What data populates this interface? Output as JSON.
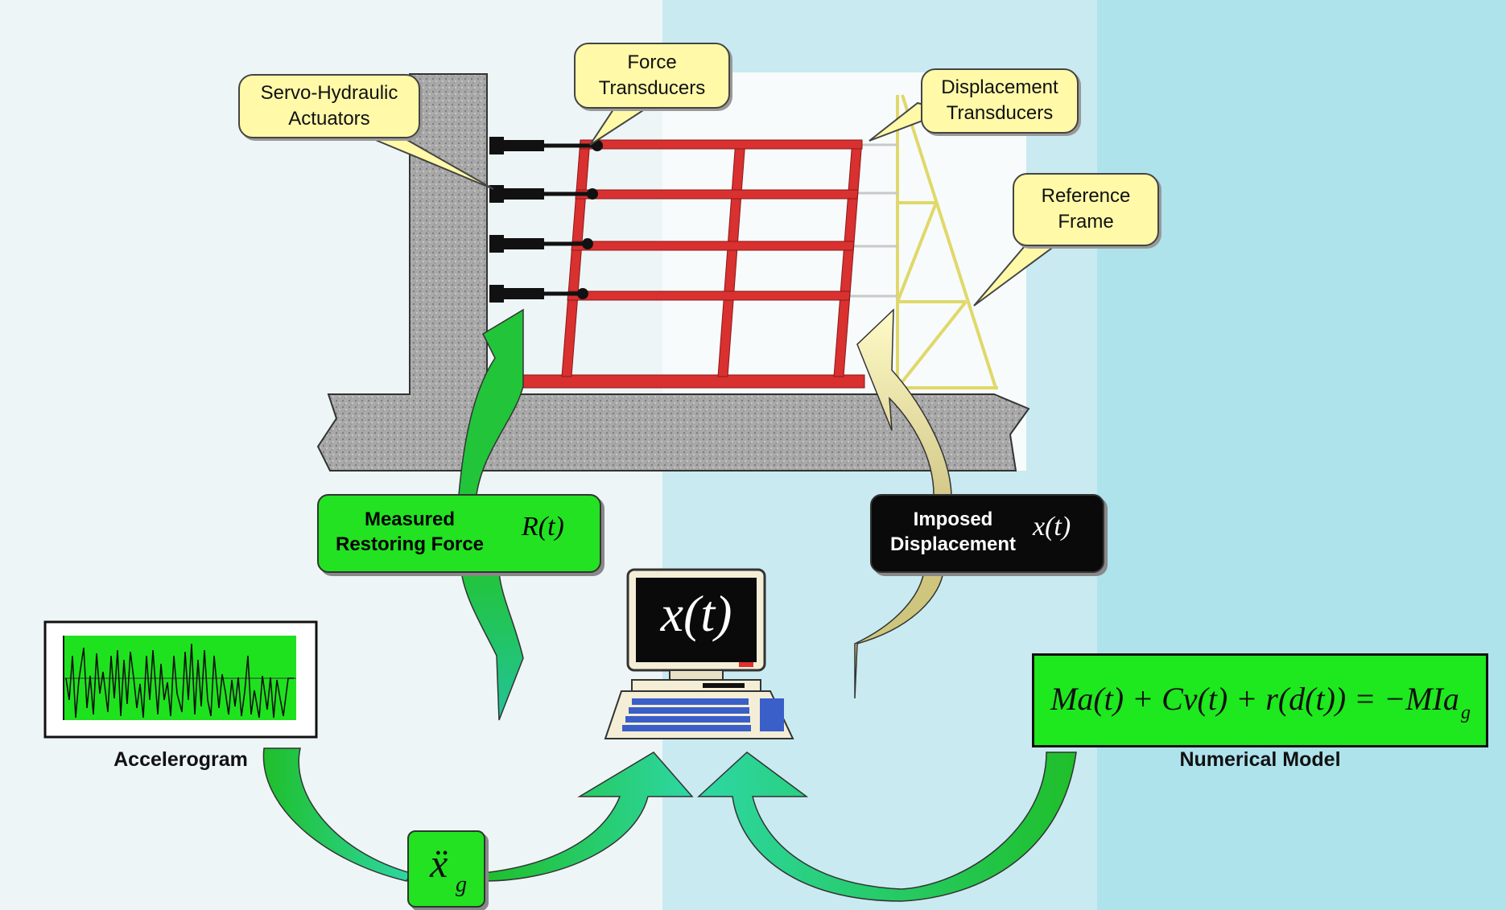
{
  "callouts": {
    "servo": [
      "Servo-Hydraulic",
      "Actuators"
    ],
    "force": [
      "Force",
      "Transducers"
    ],
    "displacement": [
      "Displacement",
      "Transducers"
    ],
    "reference": [
      "Reference",
      "Frame"
    ]
  },
  "measured": {
    "line1": "Measured",
    "line2": "Restoring Force",
    "symbol": "R(t)"
  },
  "imposed": {
    "line1": "Imposed",
    "line2": "Displacement",
    "symbol": "x(t)"
  },
  "computer": {
    "screen": "x(t)"
  },
  "accelerogram": {
    "caption": "Accelerogram"
  },
  "ground_accel": {
    "base": "ẍ",
    "sub": "g"
  },
  "numerical_model": {
    "equation": "Ma(t) + Cv(t) + r(d(t)) = −MIa",
    "sub": "g",
    "caption": "Numerical Model"
  },
  "colors": {
    "frame_red": "#d93030",
    "concrete": "#a7a7a7",
    "ref_frame_yellow": "#e6e07a",
    "arrow_green": "#22c43a",
    "arrow_teal": "#23c39a",
    "arrow_khaki": "#cfc67e",
    "panel_green": "#1ee81e",
    "imposed_black": "#0a0a0a"
  }
}
